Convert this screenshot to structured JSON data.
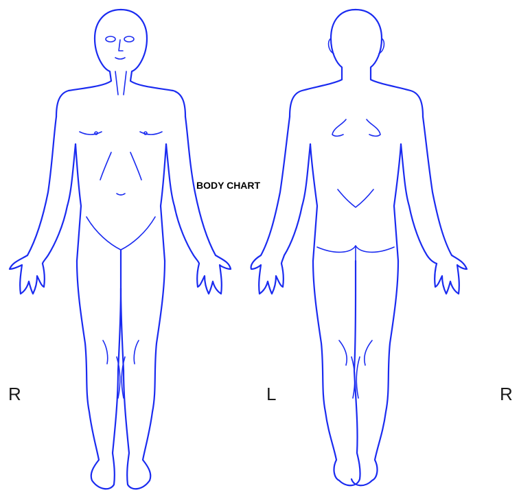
{
  "title": "BODY CHART",
  "labels": {
    "front_right": "R",
    "middle": "L",
    "back_right": "R"
  },
  "colors": {
    "outline": "#1a2bf0",
    "label": "#1a1a1a",
    "title": "#000000"
  },
  "views": [
    "front-view",
    "back-view"
  ]
}
